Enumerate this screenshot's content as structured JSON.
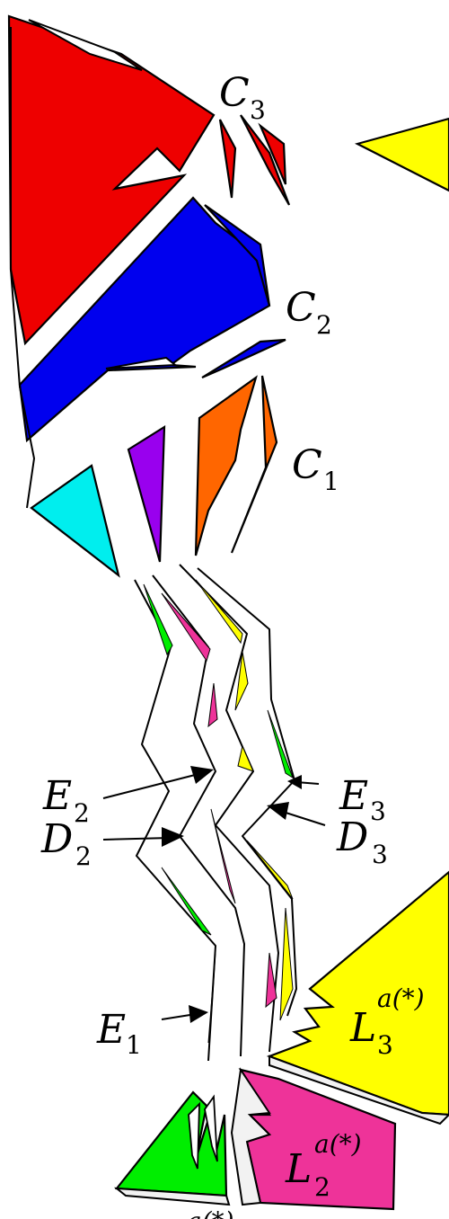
{
  "labels": {
    "c3": {
      "main": "C",
      "sub": "3"
    },
    "c2": {
      "main": "C",
      "sub": "2"
    },
    "c1": {
      "main": "C",
      "sub": "1"
    },
    "e2": {
      "main": "E",
      "sub": "2"
    },
    "d2": {
      "main": "D",
      "sub": "2"
    },
    "e3": {
      "main": "E",
      "sub": "3"
    },
    "d3": {
      "main": "D",
      "sub": "3"
    },
    "e1": {
      "main": "E",
      "sub": "1"
    },
    "l3": {
      "main": "L",
      "sub": "3",
      "sup": "a(*)"
    },
    "l2": {
      "main": "L",
      "sub": "2",
      "sup": "a(*)"
    },
    "bottom_partial": {
      "sup": "a(*)"
    }
  },
  "colors": {
    "red": "#ee0000",
    "blue": "#0000ee",
    "orange": "#ff6600",
    "purple": "#9900ee",
    "cyan": "#00eeee",
    "yellow": "#ffff00",
    "green": "#00ee00",
    "magenta": "#ee3399"
  }
}
